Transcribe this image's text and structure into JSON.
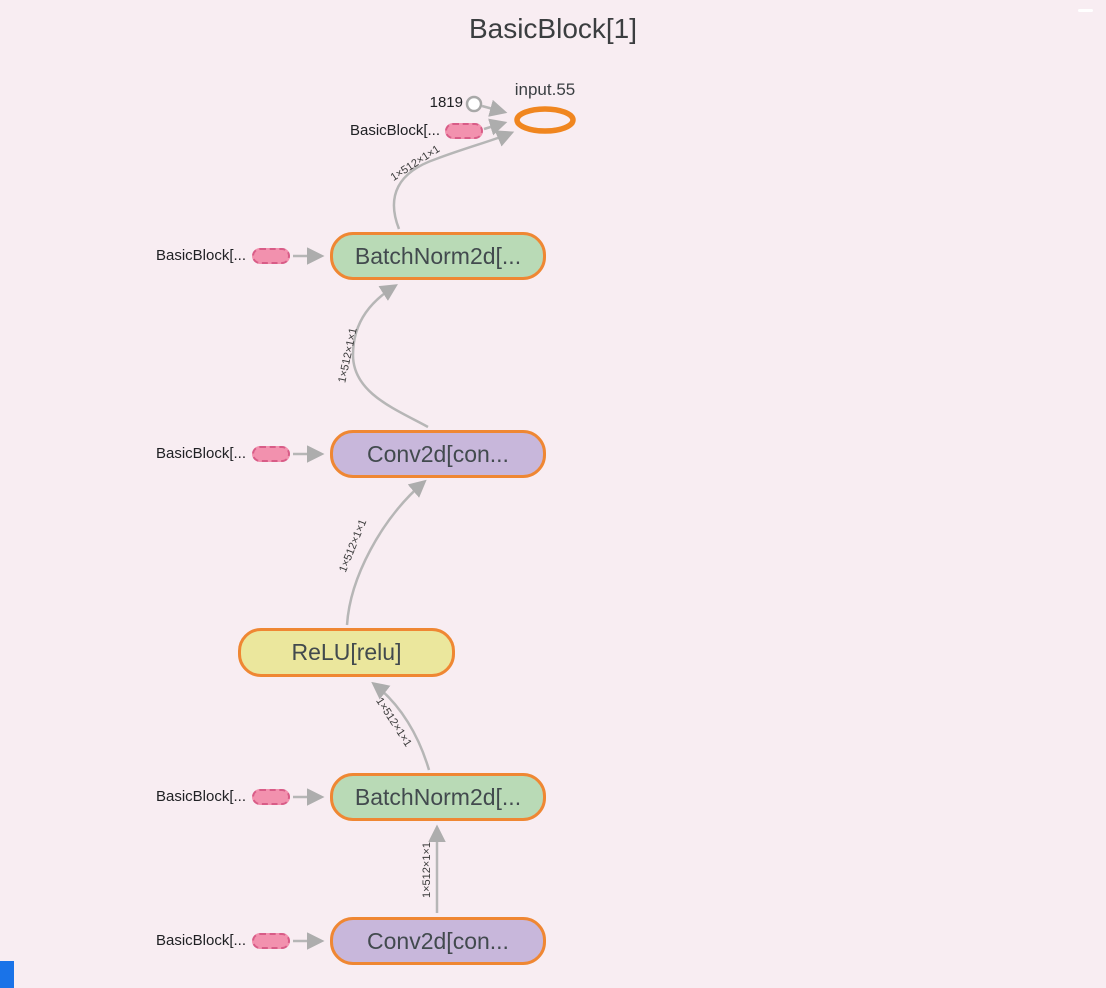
{
  "window": {
    "title": "BasicBlock[1]"
  },
  "graph": {
    "output_node": {
      "label": "input.55",
      "shape": "ellipse",
      "border_color": "#f0861f"
    },
    "const_node": {
      "label": "1819",
      "shape": "circle"
    },
    "operator_nodes": [
      {
        "label": "BatchNorm2d[...",
        "kind": "batchnorm",
        "fill": "#b9dab6"
      },
      {
        "label": "Conv2d[con...",
        "kind": "conv",
        "fill": "#c8b7db"
      },
      {
        "label": "ReLU[relu]",
        "kind": "relu",
        "fill": "#ebe79d"
      },
      {
        "label": "BatchNorm2d[...",
        "kind": "batchnorm",
        "fill": "#b9dab6"
      },
      {
        "label": "Conv2d[con...",
        "kind": "conv",
        "fill": "#c8b7db"
      }
    ],
    "input_stubs": [
      {
        "label": "BasicBlock[..."
      },
      {
        "label": "BasicBlock[..."
      },
      {
        "label": "BasicBlock[..."
      },
      {
        "label": "BasicBlock[..."
      },
      {
        "label": "BasicBlock[..."
      }
    ],
    "edges": [
      {
        "label": "1×512×1×1",
        "from": "Conv2d (bottom)",
        "to": "BatchNorm2d (bottom)"
      },
      {
        "label": "1×512×1×1",
        "from": "BatchNorm2d (bottom)",
        "to": "ReLU[relu]"
      },
      {
        "label": "1×512×1×1",
        "from": "ReLU[relu]",
        "to": "Conv2d (top)"
      },
      {
        "label": "1×512×1×1",
        "from": "Conv2d (top)",
        "to": "BatchNorm2d (top)"
      },
      {
        "label": "1×512×1×1",
        "from": "BatchNorm2d (top)",
        "to": "input.55"
      }
    ]
  },
  "colors": {
    "background": "#f8edf2",
    "node_border": "#ef8733",
    "batchnorm_fill": "#b9dab6",
    "conv_fill": "#c8b7db",
    "relu_fill": "#ebe79d",
    "stub_fill": "#f291ae",
    "stub_border": "#d85c87",
    "edge": "#b6b6b6",
    "output_ring": "#f0861f",
    "corner_accent": "#1a73e8"
  }
}
